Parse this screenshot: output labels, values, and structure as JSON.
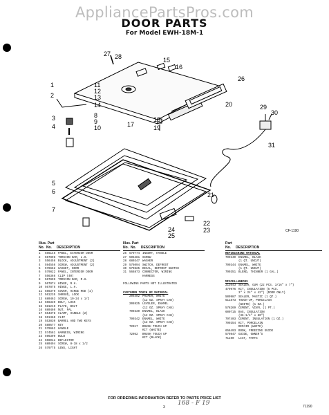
{
  "watermark": "AppliancePartsPros.com",
  "title": "DOOR PARTS",
  "subtitle": "For Model EWH-18M-1",
  "diagram_code": "CF-1190",
  "callouts": [
    "1",
    "2",
    "3",
    "4",
    "5",
    "6",
    "7",
    "8",
    "9",
    "10",
    "11",
    "12",
    "13",
    "14",
    "15",
    "16",
    "17",
    "18",
    "19",
    "20",
    "21",
    "22",
    "23",
    "24",
    "25",
    "26",
    "27",
    "28",
    "29",
    "30",
    "31"
  ],
  "table_headers": {
    "illus": "Illus.",
    "no": "No.",
    "part": "Part",
    "description": "DESCRIPTION"
  },
  "col1": [
    {
      "n": "1",
      "p": "556145",
      "d": "PANEL, EXTERIOR DOOR"
    },
    {
      "n": "2",
      "p": "567898",
      "d": "TORSION BAR, L.H."
    },
    {
      "n": "3",
      "p": "556456",
      "d": "BLOCK, ADJUSTMENT (2)"
    },
    {
      "n": "4",
      "p": "594556",
      "d": "SCREW, ADJUSTMENT (2)"
    },
    {
      "n": "5",
      "p": "576662",
      "d": "GASKET, DOOR"
    },
    {
      "n": "6",
      "p": "579822",
      "d": "PANEL, INTERIOR DOOR"
    },
    {
      "n": "7",
      "p": "556366",
      "d": "CLIP (40)"
    },
    {
      "n": "8",
      "p": "567899",
      "d": "TORSION BAR, R.H."
    },
    {
      "n": "9",
      "p": "567874",
      "d": "HINGE, R.H."
    },
    {
      "n": "10",
      "p": "567875",
      "d": "HINGE, L.H."
    },
    {
      "n": "11",
      "p": "556379",
      "d": "COVER, HINGE ROD (2)"
    },
    {
      "n": "12",
      "p": "561235",
      "d": "SHROUD, LOCK"
    },
    {
      "n": "13",
      "p": "680463",
      "d": "SCREW, 10-24 x 1/2"
    },
    {
      "n": "14",
      "p": "556339",
      "d": "BOLT, LOCK"
    },
    {
      "n": "15",
      "p": "581219",
      "d": "PLATE, BOLT"
    },
    {
      "n": "16",
      "p": "680460",
      "d": "NUT, PAL"
    },
    {
      "n": "17",
      "p": "554378",
      "d": "CLAMP, HANDLE (2)"
    },
    {
      "n": "18",
      "p": "551360",
      "d": "CLIP"
    },
    {
      "n": "19",
      "p": "553830",
      "d": "BARREL AND TWO KEYS"
    },
    {
      "n": "20",
      "p": "580577",
      "d": "KEY"
    },
    {
      "n": "21",
      "p": "579662",
      "d": "HANDLE"
    },
    {
      "n": "22",
      "p": "574561",
      "d": "HARNESS, WIRING"
    },
    {
      "n": "23",
      "p": "596399",
      "d": "BULB"
    },
    {
      "n": "24",
      "p": "556011",
      "d": "DEFLECTOR"
    },
    {
      "n": "25",
      "p": "680494",
      "d": "SCREW, 8-18 x 1/2"
    },
    {
      "n": "26",
      "p": "579775",
      "d": "LENS, LIGHT"
    }
  ],
  "col2": [
    {
      "n": "26",
      "p": "579774",
      "d": "INSERT, HANDLE"
    },
    {
      "n": "27",
      "p": "595481",
      "d": "SCREW"
    },
    {
      "n": "28",
      "p": "680347",
      "d": "WASHER"
    },
    {
      "n": "29",
      "p": "576094",
      "d": "SWITCH, DEFROST"
    },
    {
      "n": "30",
      "p": "579825",
      "d": "DECAL, DEFROST SWITCH"
    },
    {
      "n": "31",
      "p": "566873",
      "d": "CONNECTOR, WIRING"
    },
    {
      "n": "",
      "p": "",
      "d": "HARNESS"
    }
  ],
  "col2_note": "FOLLOWING PARTS NOT ILLUSTRATED",
  "col2_section": "CUSTOMER TOUCH UP MATERIAL",
  "col2_b": [
    {
      "n": "",
      "p": "206482",
      "d": "PRIMER, WHITE"
    },
    {
      "n": "",
      "p": "",
      "d": "(12 OZ. SPRAY CAN)"
    },
    {
      "n": "",
      "p": "206925",
      "d": "LEVELER, ENAMEL"
    },
    {
      "n": "",
      "p": "",
      "d": "(12 OZ. SPRAY CAN)"
    },
    {
      "n": "",
      "p": "799339",
      "d": "ENAMEL, BLACK"
    },
    {
      "n": "",
      "p": "",
      "d": "(12 OZ. SPRAY CAN)"
    },
    {
      "n": "",
      "p": "799342",
      "d": "ENAMEL, WHITE"
    },
    {
      "n": "",
      "p": "",
      "d": "(12 OZ. SPRAY CAN)"
    },
    {
      "n": "",
      "p": "72017",
      "d": "BRUSH TOUCH UP"
    },
    {
      "n": "",
      "p": "",
      "d": "KIT (WHITE)"
    },
    {
      "n": "",
      "p": "72052",
      "d": "BRUSH TOUCH UP"
    },
    {
      "n": "",
      "p": "",
      "d": "KIT (BLACK)"
    }
  ],
  "col3_section1": "REFINISHING MATERIAL",
  "col3_a": [
    {
      "p": "799340",
      "d": "ENAMEL, BLACK"
    },
    {
      "p": "",
      "d": "(1 QT. UNCUT)"
    },
    {
      "p": "799344",
      "d": "ENAMEL, WHITE"
    },
    {
      "p": "",
      "d": "(1 QT. UNCUT)"
    },
    {
      "p": "799351",
      "d": "BLEND, THINNER (1 GAL.)"
    }
  ],
  "col3_section2": "MISCELLANEOUS",
  "col3_b": [
    {
      "p": "213643",
      "d": "SEALER, GUM (22 PCS. 3/16\" x 7\")"
    },
    {
      "p": "479976",
      "d": "KIT, INSULATION (5 PCS."
    },
    {
      "p": "",
      "d": "3\" x 24\" x 42\") (DOOR ONLY)"
    },
    {
      "p": "509987",
      "d": "SEALER, MASTIC (1 QT.)"
    },
    {
      "p": "511873",
      "d": "TOUCH-UP, PORCELAIN"
    },
    {
      "p": "",
      "d": "(WHITE) (1 OZ.)"
    },
    {
      "p": "578269",
      "d": "CEMENT, VINYL (1 PT.)"
    },
    {
      "p": "600715",
      "d": "BAG, INSULATION"
    },
    {
      "p": "",
      "d": "(36-1/4\" x 80\")"
    },
    {
      "p": "797403",
      "d": "CEMENT, INSULATION (1 OZ.)"
    },
    {
      "p": "799354",
      "d": "KIT, PORCELAIN"
    },
    {
      "p": "",
      "d": "REPAIR (WHITE)"
    },
    {
      "p": "656493",
      "d": "BOOK, FREEZING GUIDE"
    },
    {
      "p": "579847",
      "d": "GUIDE, OWNER'S"
    },
    {
      "p": "71190",
      "d": "LIST, PARTS"
    }
  ],
  "footer": "FOR ORDERING INFORMATION REFER TO PARTS PRICE LIST",
  "page_number": "3",
  "page_code": "71190",
  "handwriting": "168 - F 19"
}
